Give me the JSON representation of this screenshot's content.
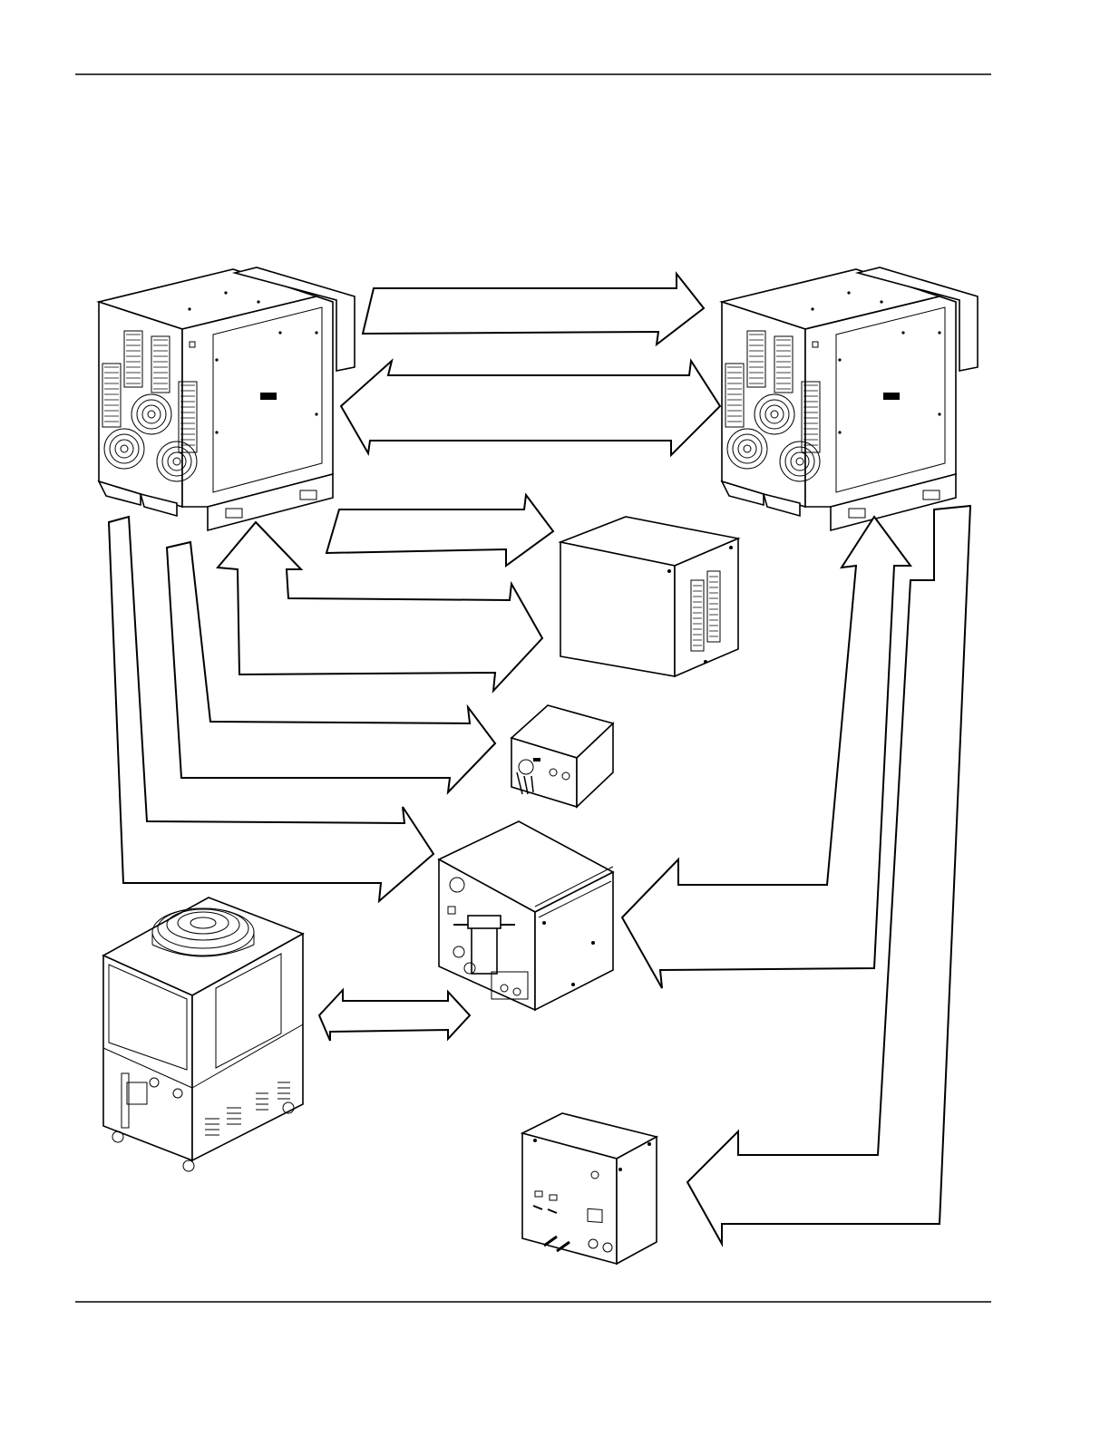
{
  "document": {
    "header_rule": true,
    "footer_rule": true
  },
  "diagram": {
    "nodes": [
      {
        "id": "power-supply-1",
        "icon": "power-supply-icon"
      },
      {
        "id": "power-supply-2",
        "icon": "power-supply-icon"
      },
      {
        "id": "ignition-console",
        "icon": "ignition-console-icon"
      },
      {
        "id": "control-box",
        "icon": "control-box-icon"
      },
      {
        "id": "cooler",
        "icon": "cooler-icon"
      },
      {
        "id": "chiller",
        "icon": "chiller-icon"
      },
      {
        "id": "valve-console",
        "icon": "valve-console-icon"
      }
    ],
    "connections": [
      {
        "from": "power-supply-1",
        "to": "power-supply-2",
        "style": "one-way"
      },
      {
        "from": "power-supply-1",
        "to": "power-supply-2",
        "style": "two-way"
      },
      {
        "from": "power-supply-1",
        "to": "ignition-console",
        "style": "one-way"
      },
      {
        "from": "power-supply-1",
        "to": "ignition-console",
        "style": "two-way"
      },
      {
        "from": "power-supply-1",
        "to": "control-box",
        "style": "one-way"
      },
      {
        "from": "power-supply-1",
        "to": "control-box",
        "style": "one-way"
      },
      {
        "from": "power-supply-1",
        "to": "cooler",
        "style": "one-way"
      },
      {
        "from": "power-supply-1",
        "to": "cooler",
        "style": "one-way"
      },
      {
        "from": "power-supply-2",
        "to": "cooler",
        "style": "one-way"
      },
      {
        "from": "power-supply-2",
        "to": "cooler",
        "style": "one-way"
      },
      {
        "from": "power-supply-2",
        "to": "valve-console",
        "style": "one-way"
      },
      {
        "from": "power-supply-2",
        "to": "valve-console",
        "style": "one-way"
      },
      {
        "from": "chiller",
        "to": "cooler",
        "style": "two-way"
      }
    ]
  }
}
